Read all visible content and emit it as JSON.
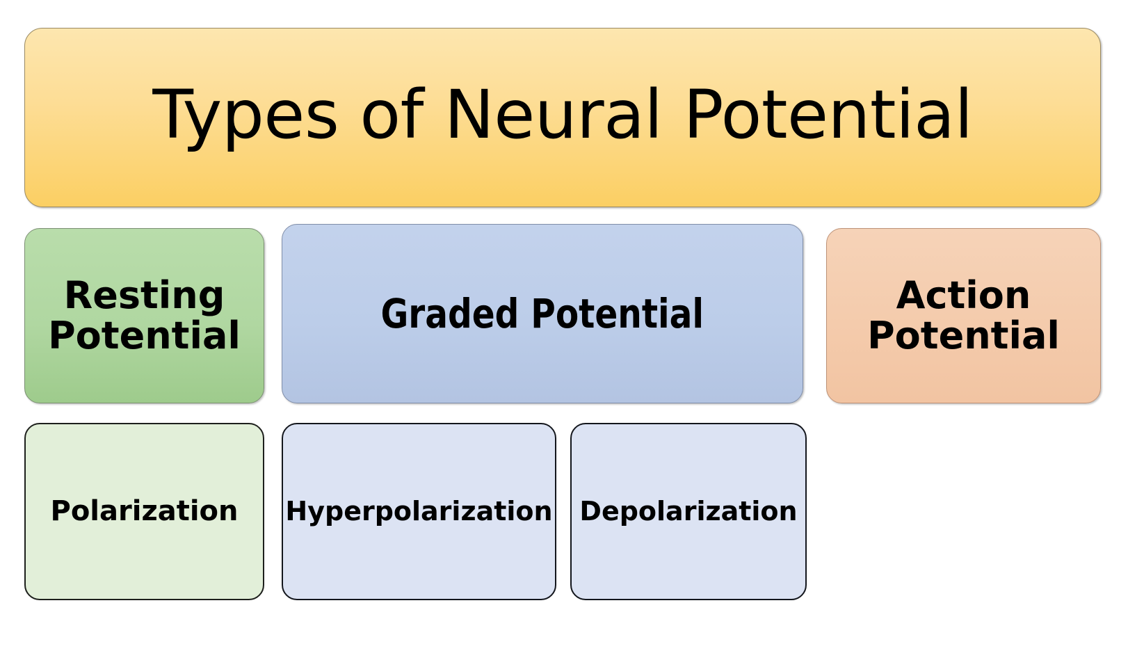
{
  "diagram": {
    "title": "Types of Neural Potential",
    "categories": [
      {
        "id": "resting",
        "label": "Resting\nPotential",
        "color": "#b0d7a1"
      },
      {
        "id": "graded",
        "label": "Graded Potential",
        "color": "#bccde9"
      },
      {
        "id": "action",
        "label": "Action\nPotential",
        "color": "#f4cbac"
      }
    ],
    "subtypes": [
      {
        "id": "polarization",
        "label": "Polarization",
        "parent": "resting",
        "color": "#e2efd9"
      },
      {
        "id": "hyperpolarization",
        "label": "Hyperpolarization",
        "parent": "graded",
        "color": "#dce3f3"
      },
      {
        "id": "depolarization",
        "label": "Depolarization",
        "parent": "graded",
        "color": "#dce3f3"
      }
    ],
    "colors": {
      "title_fill_top": "#fde6af",
      "title_fill_bottom": "#fbcf63",
      "background": "#ffffff",
      "text": "#000000"
    }
  }
}
